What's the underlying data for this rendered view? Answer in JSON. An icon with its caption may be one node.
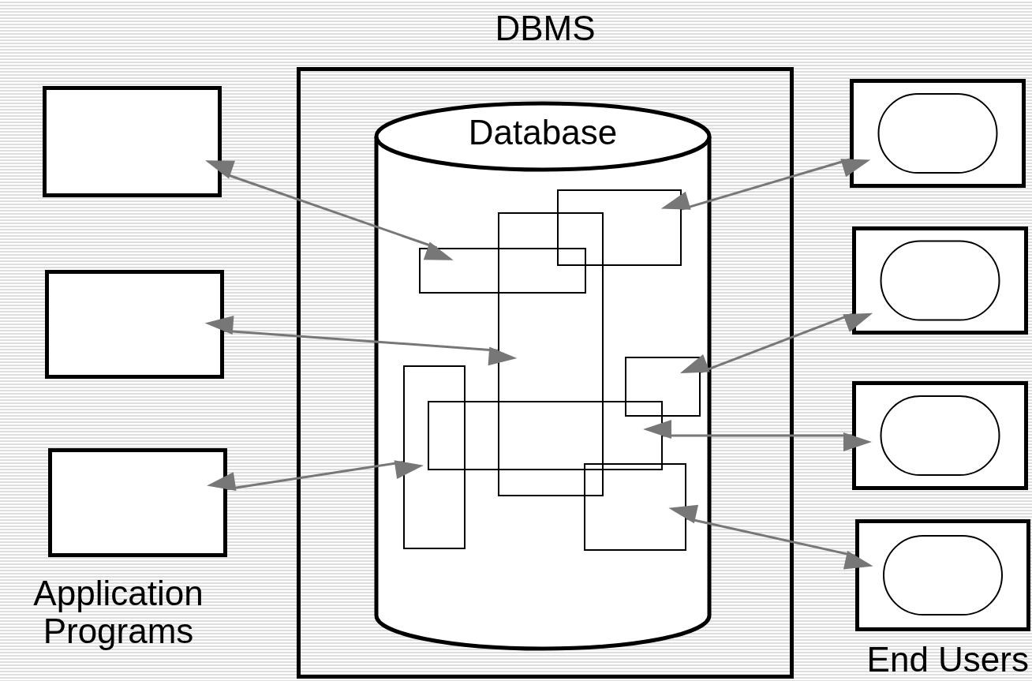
{
  "diagram": {
    "title": "DBMS",
    "nodes": [
      {
        "text": [],
        "shape": "box"
      },
      {
        "text": [
          "Database"
        ],
        "in": 0
      },
      {
        "text": [],
        "shape": "box",
        "in": 1
      },
      {
        "text": [],
        "shape": "box",
        "in": 1
      },
      {
        "text": [],
        "shape": "box",
        "in": 1
      },
      {
        "text": [],
        "shape": "box",
        "in": 1
      },
      {
        "text": [],
        "shape": "box",
        "in": 1
      },
      {
        "text": [],
        "shape": "box",
        "in": 1
      },
      {
        "text": [],
        "shape": "box",
        "in": 1
      },
      {
        "text": [],
        "shape": "box"
      },
      {
        "text": [],
        "shape": "box"
      },
      {
        "text": [],
        "shape": "box"
      },
      {
        "text": [],
        "shape": "screen"
      },
      {
        "text": [],
        "shape": "screen"
      },
      {
        "text": [],
        "shape": "screen"
      },
      {
        "text": [],
        "shape": "screen"
      }
    ],
    "edges": [
      {
        "from": 9,
        "to": 4,
        "arrow": "both"
      },
      {
        "from": 10,
        "to": 3,
        "arrow": "both"
      },
      {
        "from": 11,
        "to": 6,
        "arrow": "both"
      },
      {
        "from": 12,
        "to": 2,
        "arrow": "both"
      },
      {
        "from": 13,
        "to": 5,
        "arrow": "both"
      },
      {
        "from": 14,
        "to": 7,
        "arrow": "both"
      },
      {
        "from": 15,
        "to": 8,
        "arrow": "both"
      }
    ],
    "labels": [
      "Application Programs",
      "End Users"
    ]
  }
}
